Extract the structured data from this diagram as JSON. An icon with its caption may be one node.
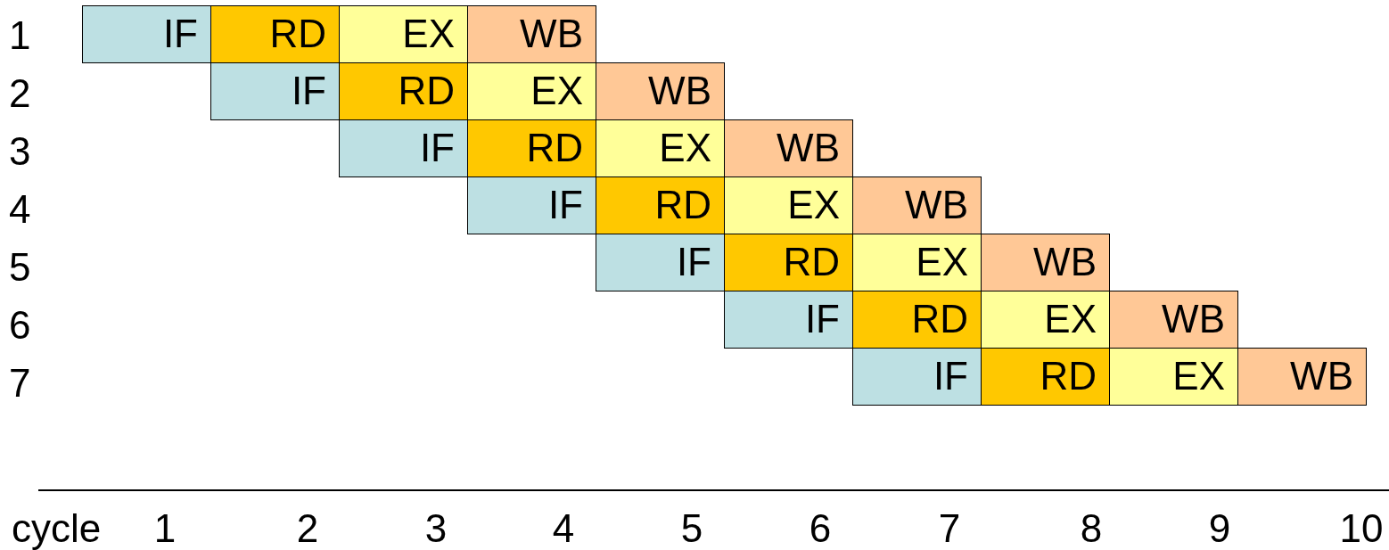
{
  "diagram": {
    "nodes": [
      {
        "text": [
          "IF"
        ]
      },
      {
        "text": [
          "RD"
        ]
      },
      {
        "text": [
          "EX"
        ]
      },
      {
        "text": [
          "WB"
        ]
      },
      {
        "text": [
          "IF"
        ]
      },
      {
        "text": [
          "RD"
        ]
      },
      {
        "text": [
          "EX"
        ]
      },
      {
        "text": [
          "WB"
        ]
      },
      {
        "text": [
          "IF"
        ]
      },
      {
        "text": [
          "RD"
        ]
      },
      {
        "text": [
          "EX"
        ]
      },
      {
        "text": [
          "WB"
        ]
      },
      {
        "text": [
          "IF"
        ]
      },
      {
        "text": [
          "RD"
        ]
      },
      {
        "text": [
          "EX"
        ]
      },
      {
        "text": [
          "WB"
        ]
      },
      {
        "text": [
          "IF"
        ]
      },
      {
        "text": [
          "RD"
        ]
      },
      {
        "text": [
          "EX"
        ]
      },
      {
        "text": [
          "WB"
        ]
      },
      {
        "text": [
          "IF"
        ]
      },
      {
        "text": [
          "RD"
        ]
      },
      {
        "text": [
          "EX"
        ]
      },
      {
        "text": [
          "WB"
        ]
      },
      {
        "text": [
          "IF"
        ]
      },
      {
        "text": [
          "RD"
        ]
      },
      {
        "text": [
          "EX"
        ]
      },
      {
        "text": [
          "WB"
        ]
      }
    ],
    "labels": [
      "1",
      "2",
      "3",
      "4",
      "5",
      "6",
      "7",
      "cycle",
      "1",
      "2",
      "3",
      "4",
      "5",
      "6",
      "7",
      "8",
      "9",
      "10"
    ]
  }
}
